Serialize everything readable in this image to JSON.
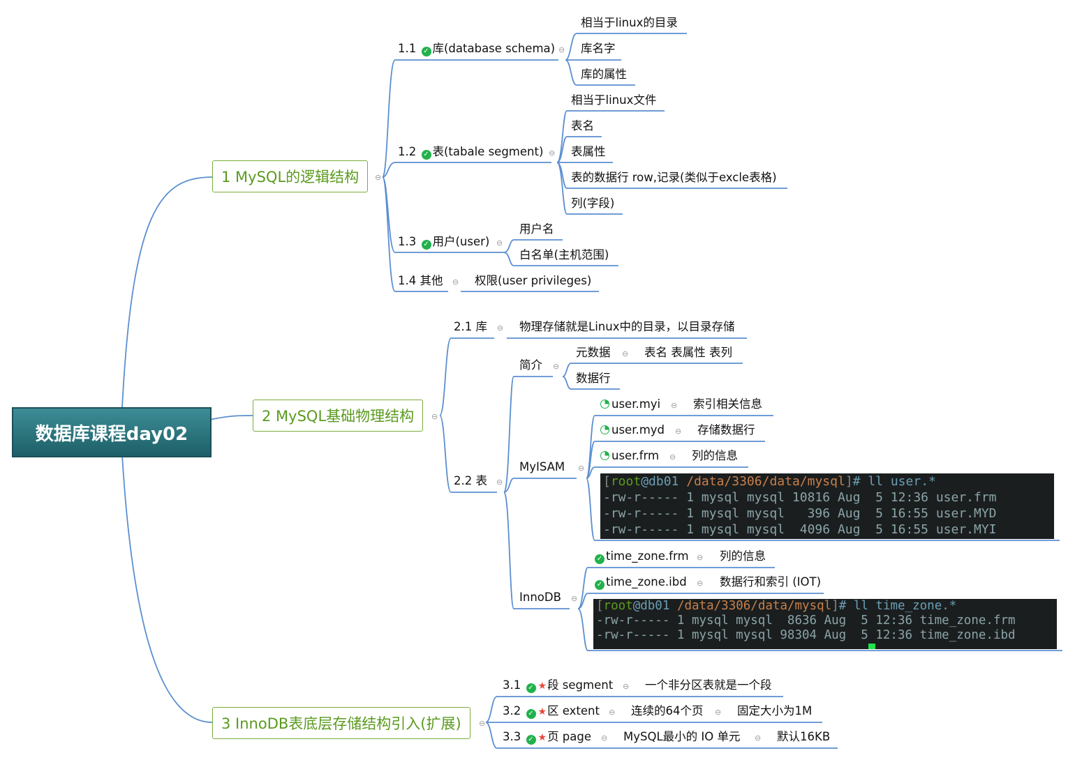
{
  "root": {
    "title": "数据库课程day02"
  },
  "branch1": {
    "title": "1 MySQL的逻辑结构",
    "n11": {
      "num": "1.1",
      "label": "库(database schema)",
      "c1": "相当于linux的目录",
      "c2": "库名字",
      "c3": "库的属性"
    },
    "n12": {
      "num": "1.2",
      "label": "表(tabale segment)",
      "c1": "相当于linux文件",
      "c2": "表名",
      "c3": "表属性",
      "c4": "表的数据行 row,记录(类似于excle表格)",
      "c5": "列(字段)"
    },
    "n13": {
      "num": "1.3",
      "label": "用户(user)",
      "c1": "用户名",
      "c2": "白名单(主机范围)"
    },
    "n14": {
      "label": "1.4 其他",
      "c1": "权限(user privileges)"
    }
  },
  "branch2": {
    "title": "2 MySQL基础物理结构",
    "n21": {
      "label": "2.1 库",
      "c1": "物理存储就是Linux中的目录，以目录存储"
    },
    "n22": {
      "label": "2.2 表",
      "intro": {
        "label": "简介",
        "meta": "元数据",
        "meta_detail": "表名 表属性 表列",
        "rows": "数据行"
      },
      "myisam": {
        "label": "MyISAM",
        "f1": "user.myi",
        "f1d": "索引相关信息",
        "f2": "user.myd",
        "f2d": "存储数据行",
        "f3": "user.frm",
        "f3d": "列的信息",
        "term": {
          "prompt_user": "root",
          "prompt_host": "@db01",
          "prompt_path": "/data/3306/data/mysql",
          "cmd": "# ll user.*",
          "l1": "-rw-r----- 1 mysql mysql 10816 Aug  5 12:36 user.frm",
          "l2": "-rw-r----- 1 mysql mysql   396 Aug  5 16:55 user.MYD",
          "l3": "-rw-r----- 1 mysql mysql  4096 Aug  5 16:55 user.MYI"
        }
      },
      "innodb": {
        "label": "InnoDB",
        "f1": "time_zone.frm",
        "f1d": "列的信息",
        "f2": "time_zone.ibd",
        "f2d": "数据行和索引 (IOT)",
        "term": {
          "prompt_user": "root",
          "prompt_host": "@db01",
          "prompt_path": "/data/3306/data/mysql",
          "cmd": "# ll time_zone.*",
          "l1": "-rw-r----- 1 mysql mysql  8636 Aug  5 12:36 time_zone.frm",
          "l2": "-rw-r----- 1 mysql mysql 98304 Aug  5 12:36 time_zone.ibd"
        }
      }
    }
  },
  "branch3": {
    "title": "3 InnoDB表底层存储结构引入(扩展)",
    "n31": {
      "num": "3.1",
      "label": "段 segment",
      "c1": "一个非分区表就是一个段"
    },
    "n32": {
      "num": "3.2",
      "label": "区 extent",
      "c1": "连续的64个页",
      "c2": "固定大小为1M"
    },
    "n33": {
      "num": "3.3",
      "label": "页 page",
      "c1": "MySQL最小的 IO 单元",
      "c2": "默认16KB"
    }
  },
  "colors": {
    "line": "#5b8fd0",
    "branch_border": "#7aac3a",
    "branch_text": "#5a9a1e",
    "root_bg": "#2e7780",
    "check": "#22b14c",
    "star": "#e8483c"
  },
  "icons": {
    "check": "check-icon",
    "star": "star-icon",
    "progress": "progress-quarter-icon",
    "collapse": "collapse-icon"
  }
}
